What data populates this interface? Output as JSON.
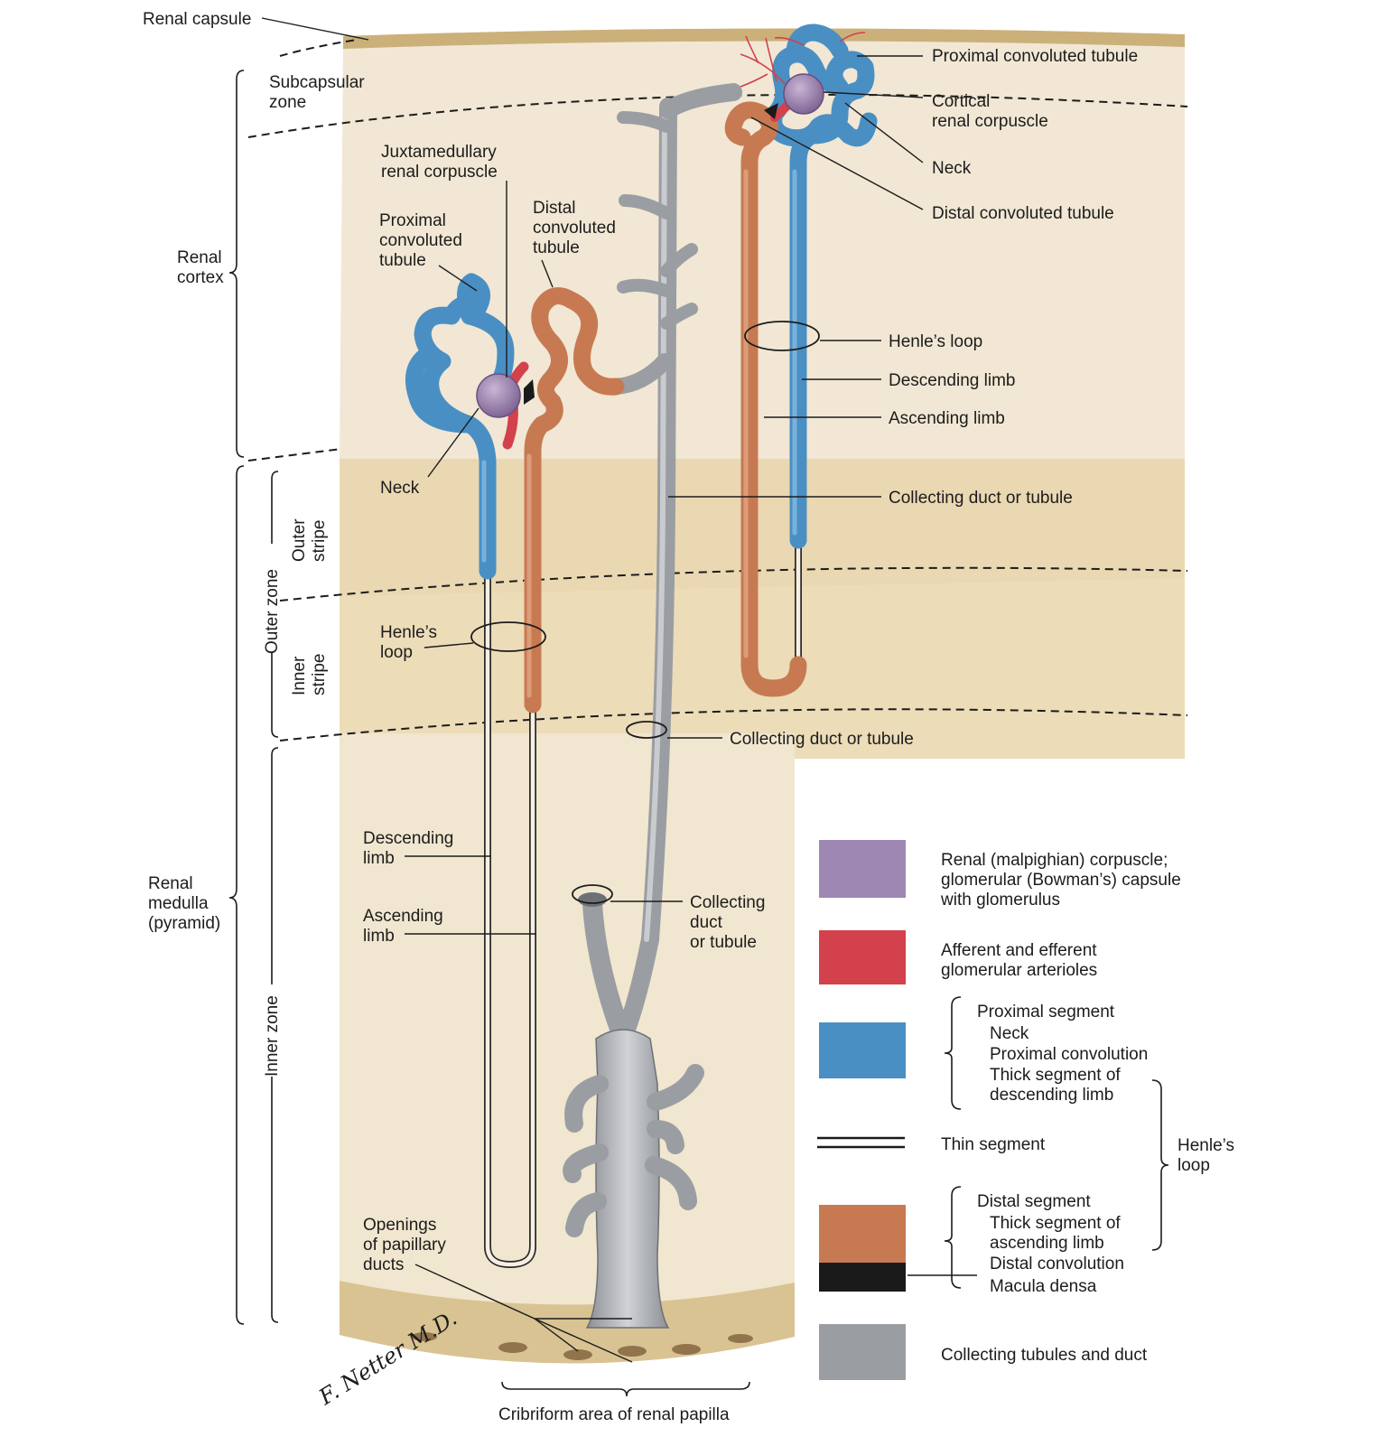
{
  "colors": {
    "cortex": "#f1e7d4",
    "medulla_outer": "#ecdcb8",
    "medulla_inner": "#f1e6cf",
    "capsule": "#cbb07a",
    "corpuscle": "#9e87b2",
    "arteriole": "#d2414c",
    "proximal": "#4a8fc4",
    "distal": "#c77a52",
    "macula_densa": "#1a1a1a",
    "collecting": "#9a9ea3"
  },
  "labels": {
    "renal_capsule": "Renal capsule",
    "subcapsular_zone": [
      "Subcapsular",
      "zone"
    ],
    "renal_cortex": [
      "Renal",
      "cortex"
    ],
    "outer_zone": "Outer zone",
    "outer_stripe": [
      "Outer",
      "stripe"
    ],
    "inner_stripe": [
      "Inner",
      "stripe"
    ],
    "inner_zone": "Inner zone",
    "renal_medulla": [
      "Renal",
      "medulla",
      "(pyramid)"
    ],
    "juxtamedullary_corpuscle": [
      "Juxtamedullary",
      "renal corpuscle"
    ],
    "jm_proximal": [
      "Proximal",
      "convoluted",
      "tubule"
    ],
    "jm_distal": [
      "Distal",
      "convoluted",
      "tubule"
    ],
    "jm_neck": "Neck",
    "jm_henle": [
      "Henle’s",
      "loop"
    ],
    "jm_descending": [
      "Descending",
      "limb"
    ],
    "jm_ascending": [
      "Ascending",
      "limb"
    ],
    "openings": [
      "Openings",
      "of papillary",
      "ducts"
    ],
    "cortical_proximal": "Proximal convoluted tubule",
    "cortical_corpuscle": [
      "Cortical",
      "renal corpuscle"
    ],
    "cortical_neck": "Neck",
    "cortical_distal": "Distal convoluted tubule",
    "cortical_henle": "Henle’s loop",
    "cortical_descending": "Descending limb",
    "cortical_ascending": "Ascending limb",
    "collecting_1": "Collecting duct or tubule",
    "collecting_2": "Collecting duct or tubule",
    "collecting_3": [
      "Collecting",
      "duct",
      "or tubule"
    ],
    "cribriform": "Cribriform area of renal papilla",
    "signature": "F. Netter M.D."
  },
  "legend": {
    "corpuscle": [
      "Renal (malpighian) corpuscle;",
      "glomerular (Bowman’s) capsule",
      "with glomerulus"
    ],
    "arterioles": [
      "Afferent and efferent",
      "glomerular arterioles"
    ],
    "proximal_head": "Proximal segment",
    "proximal_items": [
      "Neck",
      "Proximal convolution",
      "Thick segment of",
      "descending limb"
    ],
    "thin": "Thin segment",
    "henle": [
      "Henle’s",
      "loop"
    ],
    "distal_head": "Distal segment",
    "distal_items": [
      "Thick segment of",
      "ascending limb",
      "Distal convolution"
    ],
    "macula": "Macula densa",
    "collecting": "Collecting tubules and duct"
  }
}
